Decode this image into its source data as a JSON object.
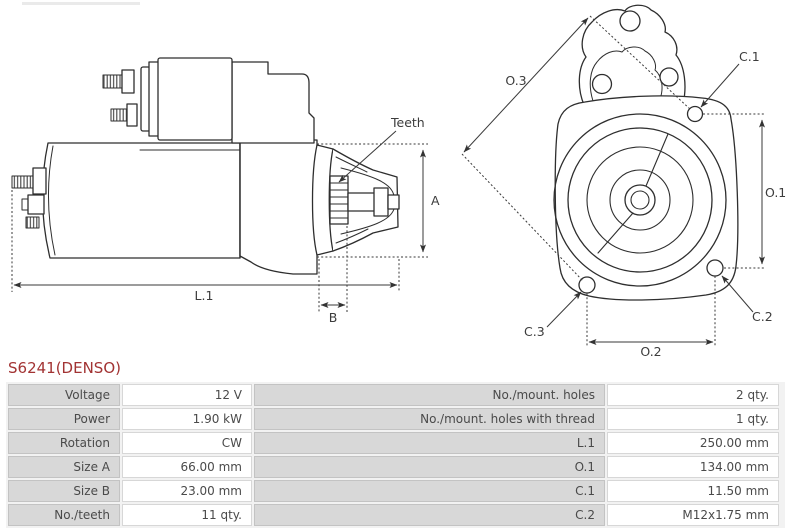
{
  "title": "S6241(DENSO)",
  "colors": {
    "title_text": "#a23333",
    "line_art": "#2e2e2e",
    "table_label_bg": "#d8d8d8",
    "table_value_bg": "#ffffff",
    "table_text": "#4a4a4a"
  },
  "diagram": {
    "side_view": {
      "teeth_label": "Teeth",
      "dim_a": "A",
      "dim_b": "B",
      "dim_l1": "L.1"
    },
    "front_view": {
      "dim_o3": "O.3",
      "dim_o1": "O.1",
      "dim_o2": "O.2",
      "dim_c1": "C.1",
      "dim_c2": "C.2",
      "dim_c3": "C.3"
    }
  },
  "table": {
    "rows": [
      {
        "left_label": "Voltage",
        "left_value": "12 V",
        "right_label": "No./mount. holes",
        "right_value": "2 qty."
      },
      {
        "left_label": "Power",
        "left_value": "1.90 kW",
        "right_label": "No./mount. holes with thread",
        "right_value": "1 qty."
      },
      {
        "left_label": "Rotation",
        "left_value": "CW",
        "right_label": "L.1",
        "right_value": "250.00 mm"
      },
      {
        "left_label": "Size A",
        "left_value": "66.00 mm",
        "right_label": "O.1",
        "right_value": "134.00 mm"
      },
      {
        "left_label": "Size B",
        "left_value": "23.00 mm",
        "right_label": "C.1",
        "right_value": "11.50 mm"
      },
      {
        "left_label": "No./teeth",
        "left_value": "11 qty.",
        "right_label": "C.2",
        "right_value": "M12x1.75 mm"
      }
    ]
  }
}
